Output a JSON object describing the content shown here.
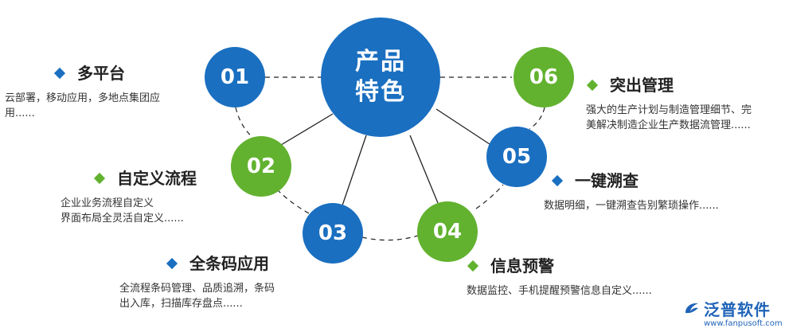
{
  "center": {
    "line1": "产品",
    "line2": "特色"
  },
  "nodes": [
    {
      "num": "01",
      "title": "多平台",
      "desc": [
        "云部署，移动应用，多地点集团应",
        "用......"
      ]
    },
    {
      "num": "02",
      "title": "自定义流程",
      "desc": [
        "企业业务流程自定义",
        "界面布局全灵活自定义......"
      ]
    },
    {
      "num": "03",
      "title": "全条码应用",
      "desc": [
        "全流程条码管理、品质追溯，条码",
        "出入库，扫描库存盘点......"
      ]
    },
    {
      "num": "04",
      "title": "信息预警",
      "desc": [
        "数据监控、手机提醒预警信息自定义......"
      ]
    },
    {
      "num": "05",
      "title": "一键溯查",
      "desc": [
        "数据明细，一键溯查告别繁琐操作......"
      ]
    },
    {
      "num": "06",
      "title": "突出管理",
      "desc": [
        "强大的生产计划与制造管理细节、完",
        "美解决制造企业生产数据流管理......"
      ]
    }
  ],
  "brand": {
    "name": "泛普软件",
    "url": "www.fanpusoft.com"
  },
  "colors": {
    "blue": "#1a6fc0",
    "green": "#62b22f",
    "text": "#222222"
  }
}
